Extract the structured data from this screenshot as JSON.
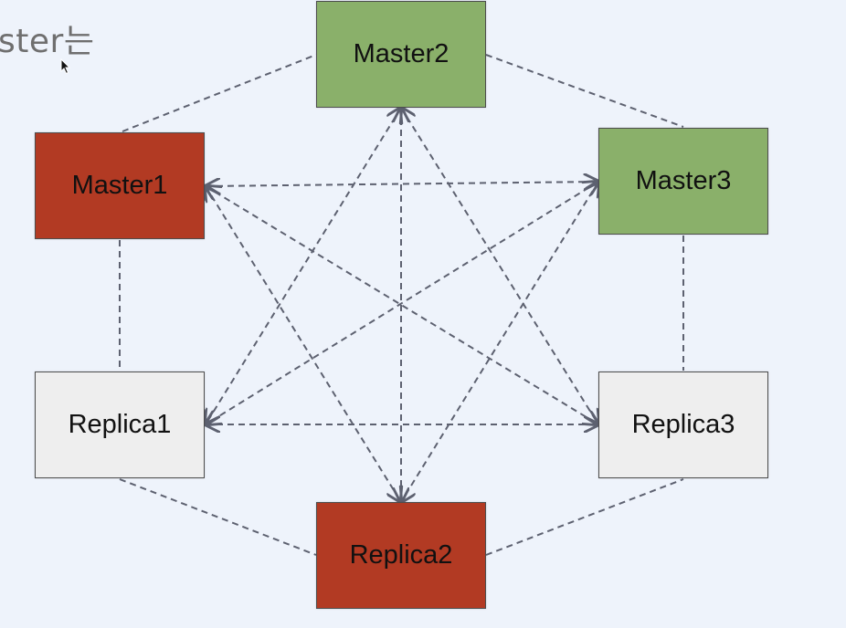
{
  "corner_text": "ster는",
  "colors": {
    "master_red": "#b23a23",
    "master_green": "#8ab06a",
    "replica_gray": "#eeeeee",
    "link": "#5d6170"
  },
  "nodes": [
    {
      "id": "master1",
      "label": "Master1",
      "color": "#b23a23"
    },
    {
      "id": "master2",
      "label": "Master2",
      "color": "#8ab06a"
    },
    {
      "id": "master3",
      "label": "Master3",
      "color": "#8ab06a"
    },
    {
      "id": "replica1",
      "label": "Replica1",
      "color": "#eeeeee"
    },
    {
      "id": "replica2",
      "label": "Replica2",
      "color": "#b23a23"
    },
    {
      "id": "replica3",
      "label": "Replica3",
      "color": "#eeeeee"
    }
  ],
  "edges": [
    {
      "from": "master1",
      "to": "master2",
      "arrows": "none"
    },
    {
      "from": "master2",
      "to": "master3",
      "arrows": "none"
    },
    {
      "from": "master1",
      "to": "replica1",
      "arrows": "none"
    },
    {
      "from": "master3",
      "to": "replica3",
      "arrows": "none"
    },
    {
      "from": "replica1",
      "to": "replica2",
      "arrows": "none"
    },
    {
      "from": "replica2",
      "to": "replica3",
      "arrows": "none"
    },
    {
      "from": "master1",
      "to": "master3",
      "arrows": "both"
    },
    {
      "from": "replica1",
      "to": "replica3",
      "arrows": "both"
    },
    {
      "from": "master2",
      "to": "replica2",
      "arrows": "both"
    },
    {
      "from": "master2",
      "to": "replica1",
      "arrows": "both"
    },
    {
      "from": "master2",
      "to": "replica3",
      "arrows": "both"
    },
    {
      "from": "master1",
      "to": "replica2",
      "arrows": "both"
    },
    {
      "from": "master3",
      "to": "replica2",
      "arrows": "both"
    },
    {
      "from": "master1",
      "to": "replica3",
      "arrows": "both"
    },
    {
      "from": "master3",
      "to": "replica1",
      "arrows": "both"
    }
  ]
}
